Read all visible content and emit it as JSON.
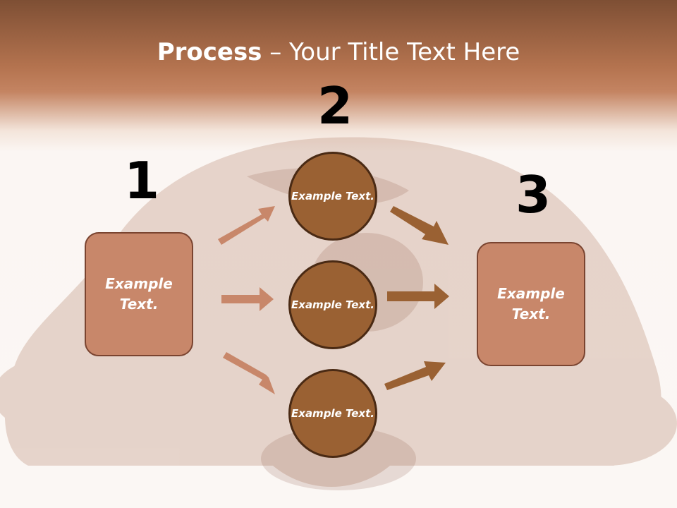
{
  "title": {
    "bold": "Process",
    "rest": " – Your Title Text Here"
  },
  "steps": {
    "one": "1",
    "two": "2",
    "three": "3"
  },
  "left_box": {
    "text": "Example Text."
  },
  "right_box": {
    "text": "Example Text."
  },
  "circles": [
    {
      "text": "Example Text."
    },
    {
      "text": "Example Text."
    },
    {
      "text": "Example Text."
    }
  ],
  "colors": {
    "box_fill": "#c8876a",
    "circle_fill": "#9a6133",
    "arrow_left": "#c8876a",
    "arrow_right": "#9a6133"
  }
}
